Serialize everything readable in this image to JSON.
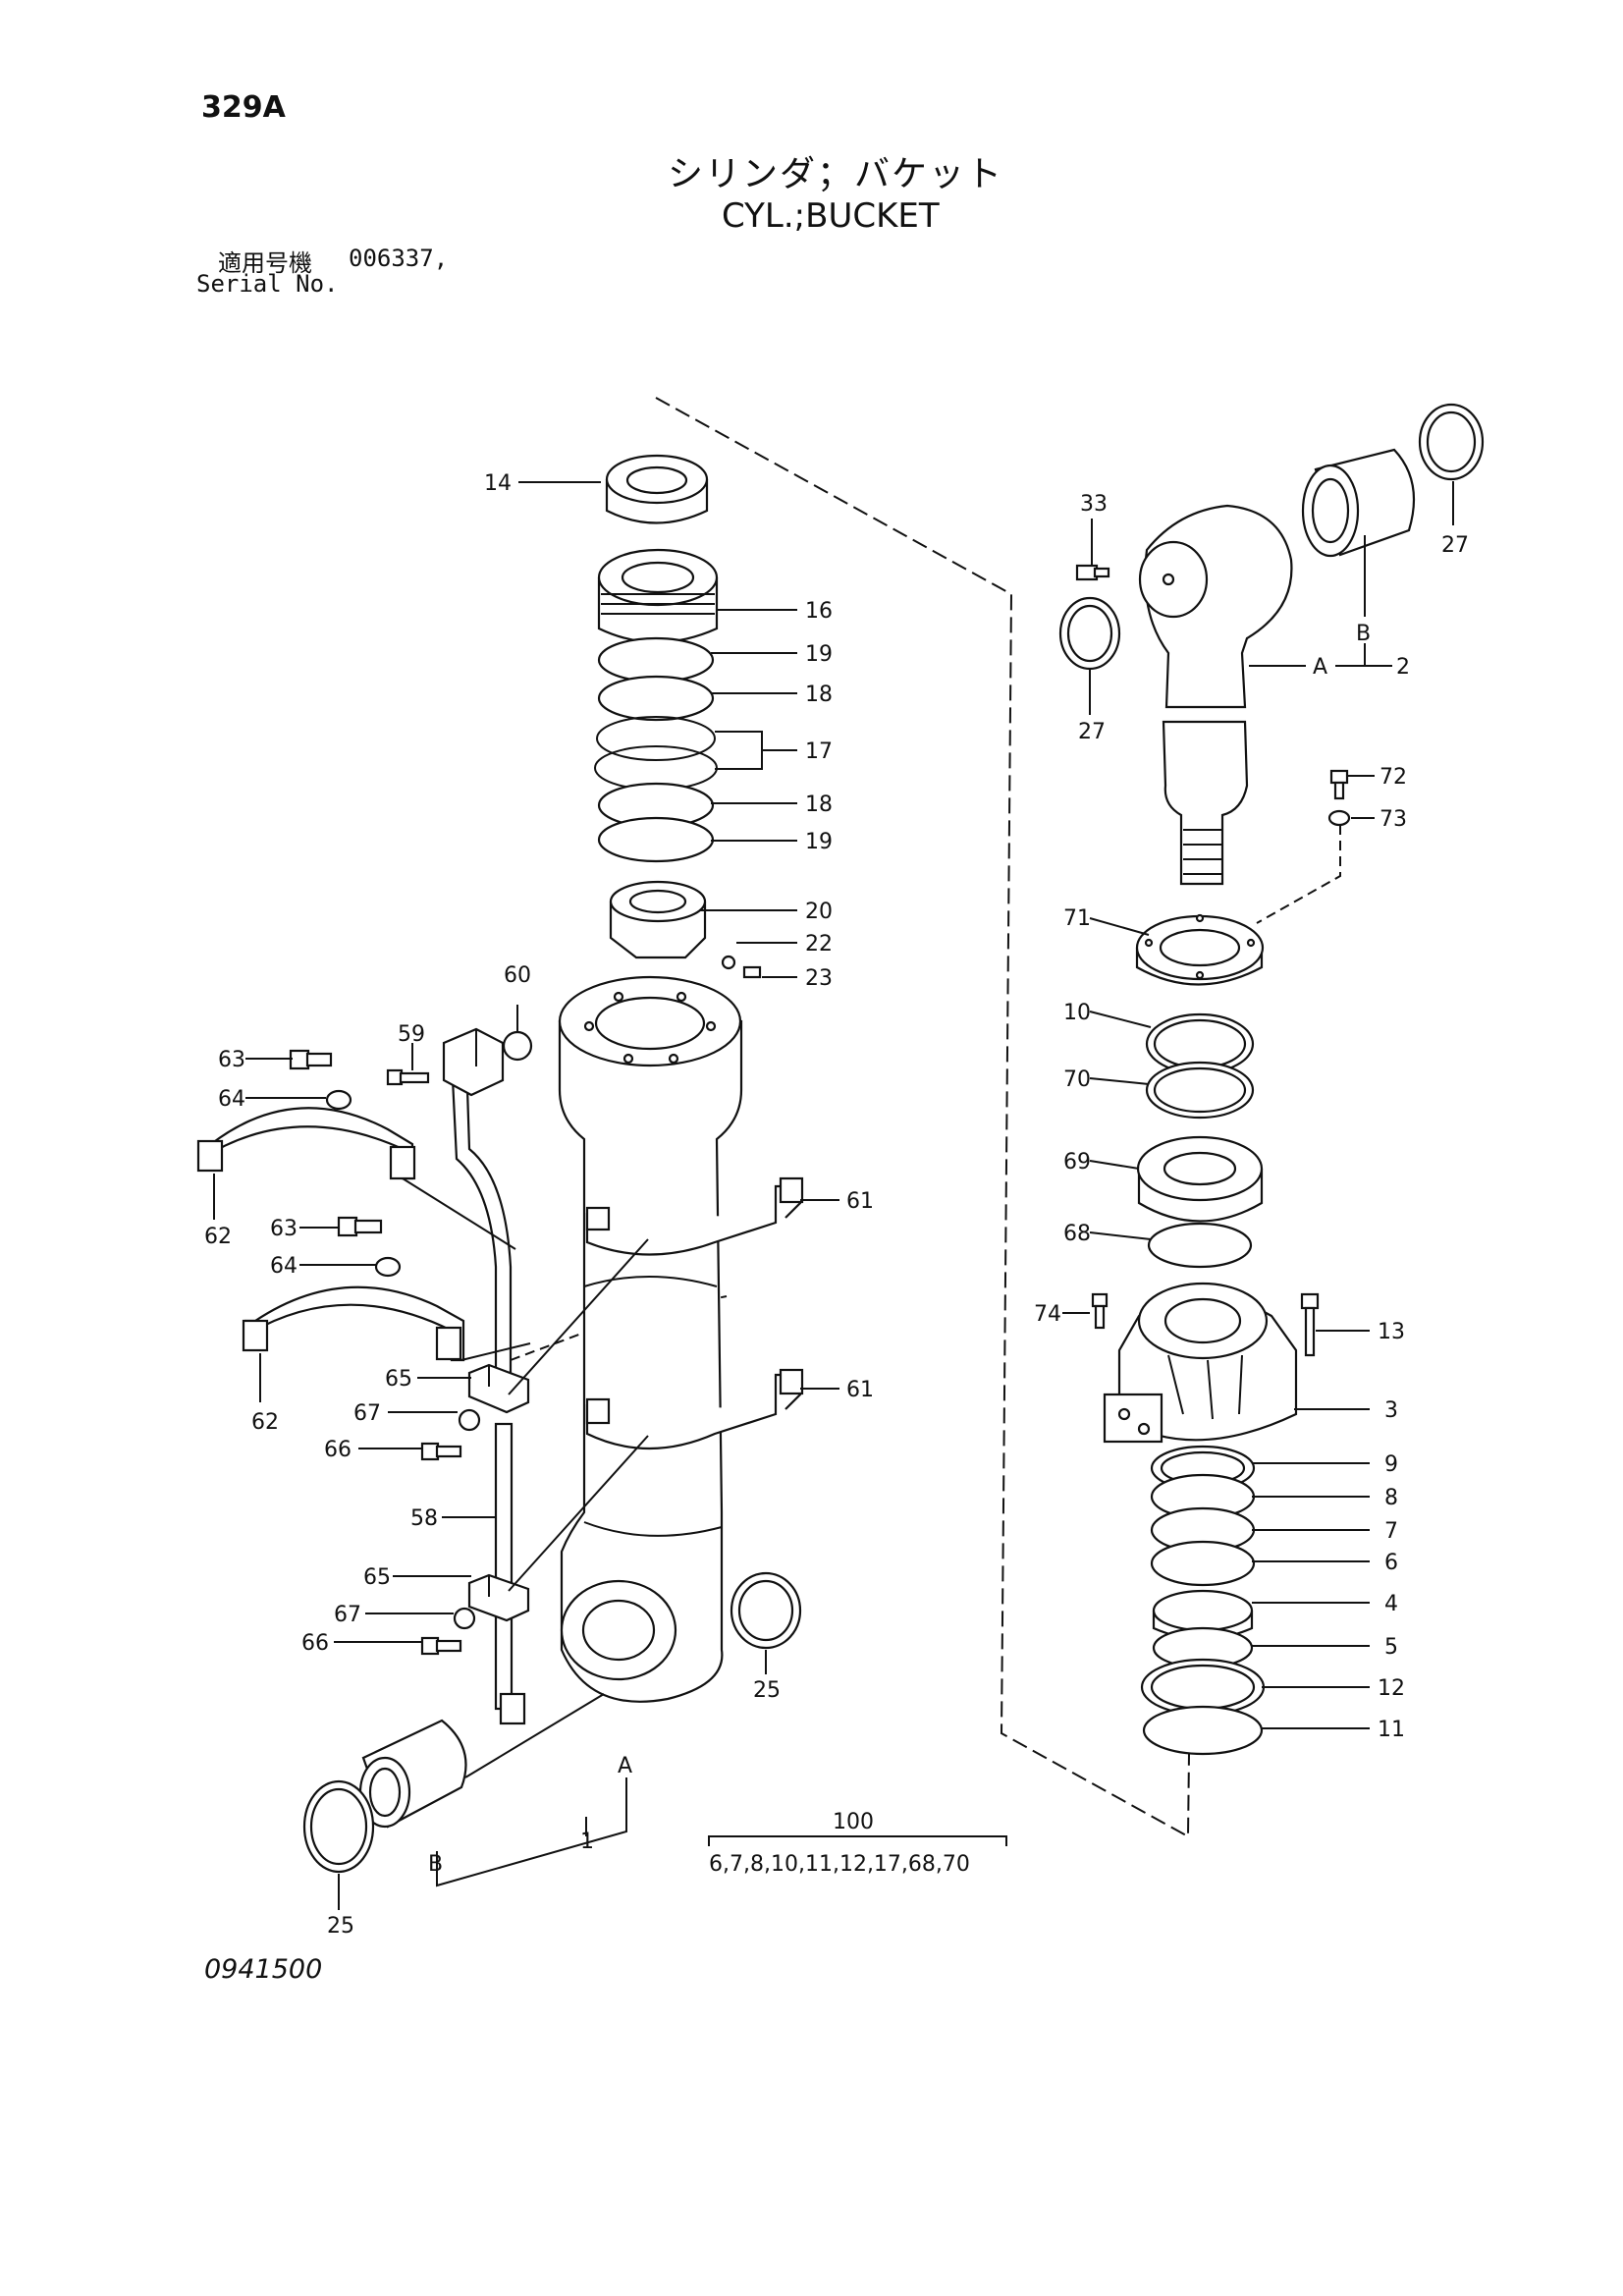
{
  "header": {
    "page_code": "329A",
    "title_jp": "シリンダ；バケット",
    "title_en": "CYL.;BUCKET",
    "serial_label_jp": "適用号機",
    "serial_value": "006337,",
    "serial_label_en": "Serial No."
  },
  "footer": {
    "drawing_number": "0941500"
  },
  "kit": {
    "number": "100",
    "contents": "6,7,8,10,11,12,17,68,70"
  },
  "callouts": {
    "c1": "1",
    "c2": "2",
    "c3": "3",
    "c4": "4",
    "c5": "5",
    "c6": "6",
    "c7": "7",
    "c8": "8",
    "c9": "9",
    "c10": "10",
    "c11": "11",
    "c12": "12",
    "c13": "13",
    "c14": "14",
    "c16": "16",
    "c17": "17",
    "c18a": "18",
    "c18b": "18",
    "c19a": "19",
    "c19b": "19",
    "c20": "20",
    "c22": "22",
    "c23": "23",
    "c25a": "25",
    "c25b": "25",
    "c27a": "27",
    "c27b": "27",
    "c33": "33",
    "c58": "58",
    "c59": "59",
    "c60": "60",
    "c61a": "61",
    "c61b": "61",
    "c62a": "62",
    "c62b": "62",
    "c63a": "63",
    "c63b": "63",
    "c64a": "64",
    "c64b": "64",
    "c65a": "65",
    "c65b": "65",
    "c66a": "66",
    "c66b": "66",
    "c67a": "67",
    "c67b": "67",
    "c68": "68",
    "c69": "69",
    "c70": "70",
    "c71": "71",
    "c72": "72",
    "c73": "73",
    "c74": "74",
    "refA1": "A",
    "refA2": "A",
    "refB1": "B",
    "refB2": "B"
  },
  "icons": {
    "parts": "exploded-parts-drawing"
  }
}
